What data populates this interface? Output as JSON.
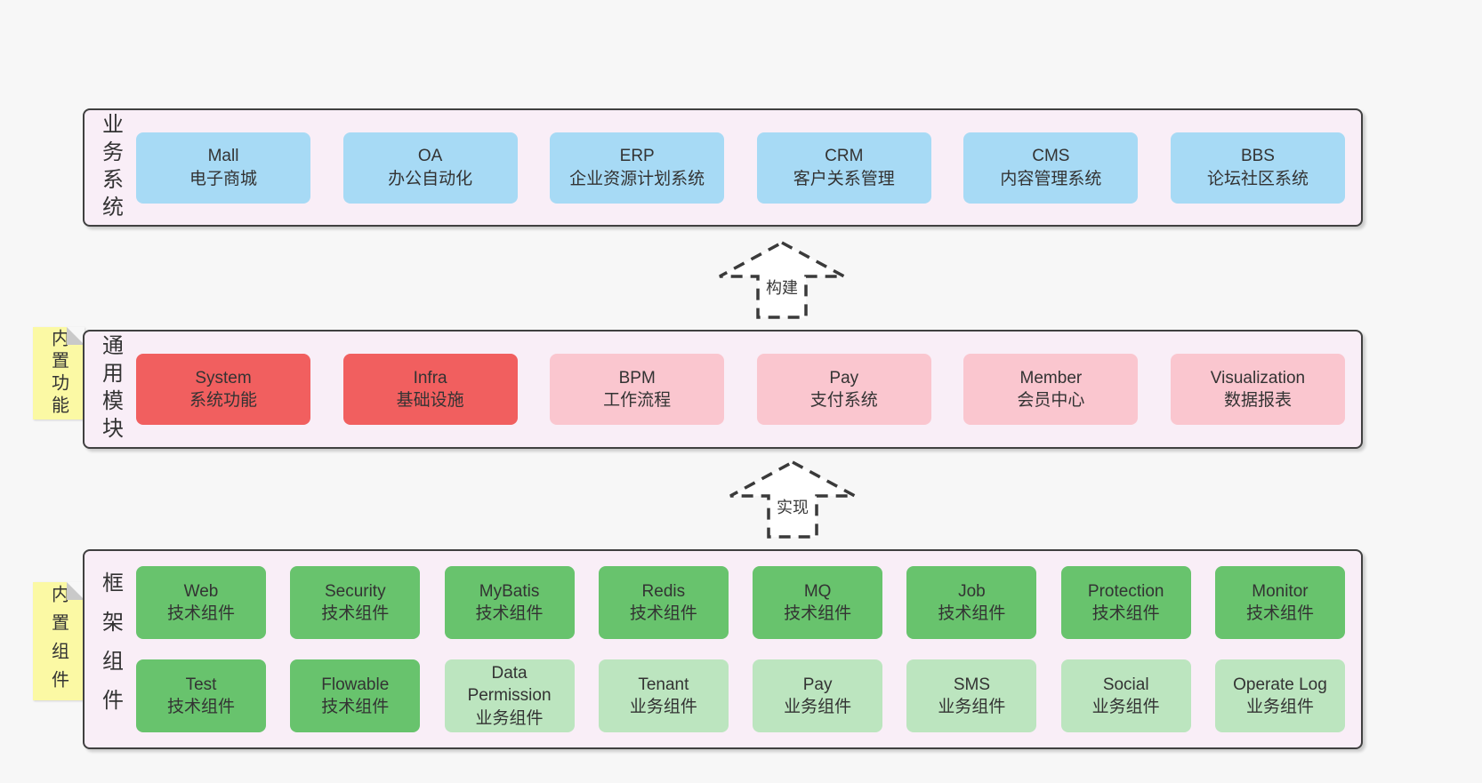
{
  "colors": {
    "page_bg": "#f7f7f7",
    "panel_bg": "#f9eef7",
    "panel_border": "#404040",
    "blue_box": "#a7daf5",
    "red_box": "#f15f5f",
    "pink_box": "#fac6cf",
    "green_box": "#68c36d",
    "light_green_box": "#bce5bf",
    "note_bg": "#fbf9a4",
    "text": "#333333"
  },
  "arrows": [
    {
      "label": "构建"
    },
    {
      "label": "实现"
    }
  ],
  "layers": [
    {
      "label": "业务系统",
      "boxes": [
        {
          "name": "Mall",
          "desc": "电子商城"
        },
        {
          "name": "OA",
          "desc": "办公自动化"
        },
        {
          "name": "ERP",
          "desc": "企业资源计划系统"
        },
        {
          "name": "CRM",
          "desc": "客户关系管理"
        },
        {
          "name": "CMS",
          "desc": "内容管理系统"
        },
        {
          "name": "BBS",
          "desc": "论坛社区系统"
        }
      ]
    },
    {
      "label": "通用模块",
      "note": "内置功能",
      "boxes": [
        {
          "name": "System",
          "desc": "系统功能"
        },
        {
          "name": "Infra",
          "desc": "基础设施"
        },
        {
          "name": "BPM",
          "desc": "工作流程"
        },
        {
          "name": "Pay",
          "desc": "支付系统"
        },
        {
          "name": "Member",
          "desc": "会员中心"
        },
        {
          "name": "Visualization",
          "desc": "数据报表"
        }
      ]
    },
    {
      "label": "框架组件",
      "note": "内置组件",
      "rows": [
        [
          {
            "name": "Web",
            "desc": "技术组件"
          },
          {
            "name": "Security",
            "desc": "技术组件"
          },
          {
            "name": "MyBatis",
            "desc": "技术组件"
          },
          {
            "name": "Redis",
            "desc": "技术组件"
          },
          {
            "name": "MQ",
            "desc": "技术组件"
          },
          {
            "name": "Job",
            "desc": "技术组件"
          },
          {
            "name": "Protection",
            "desc": "技术组件"
          },
          {
            "name": "Monitor",
            "desc": "技术组件"
          }
        ],
        [
          {
            "name": "Test",
            "desc": "技术组件"
          },
          {
            "name": "Flowable",
            "desc": "技术组件"
          },
          {
            "name": "Data Permission",
            "desc": "业务组件"
          },
          {
            "name": "Tenant",
            "desc": "业务组件"
          },
          {
            "name": "Pay",
            "desc": "业务组件"
          },
          {
            "name": "SMS",
            "desc": "业务组件"
          },
          {
            "name": "Social",
            "desc": "业务组件"
          },
          {
            "name": "Operate Log",
            "desc": "业务组件"
          }
        ]
      ]
    }
  ]
}
